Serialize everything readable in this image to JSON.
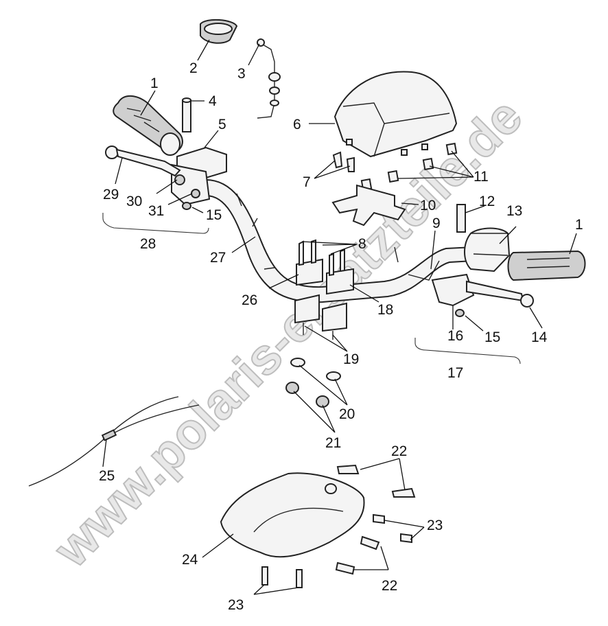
{
  "watermark": "www.polaris-ersatzteile.de",
  "callouts": {
    "c1a": "1",
    "c1b": "1",
    "c2": "2",
    "c3": "3",
    "c4": "4",
    "c5": "5",
    "c6": "6",
    "c7": "7",
    "c8": "8",
    "c9": "9",
    "c10": "10",
    "c11": "11",
    "c12": "12",
    "c13": "13",
    "c14": "14",
    "c15a": "15",
    "c15b": "15",
    "c16": "16",
    "c17": "17",
    "c18": "18",
    "c19": "19",
    "c20": "20",
    "c21": "21",
    "c22a": "22",
    "c22b": "22",
    "c23a": "23",
    "c23b": "23",
    "c24": "24",
    "c25": "25",
    "c26": "26",
    "c27": "27",
    "c28": "28",
    "c29": "29",
    "c30": "30",
    "c31": "31"
  }
}
